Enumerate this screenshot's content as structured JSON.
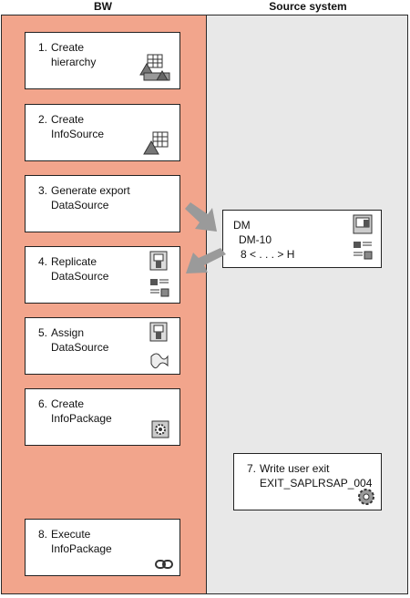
{
  "headers": {
    "bw": "BW",
    "source": "Source system"
  },
  "steps": [
    {
      "num": "1.",
      "line1": "Create",
      "line2": "hierarchy",
      "icon": "hierarchy-icon"
    },
    {
      "num": "2.",
      "line1": "Create",
      "line2": "InfoSource",
      "icon": "infosource-icon"
    },
    {
      "num": "3.",
      "line1": "Generate export",
      "line2": "DataSource",
      "icon": ""
    },
    {
      "num": "4.",
      "line1": "Replicate",
      "line2": "DataSource",
      "icon": "datasource-icon"
    },
    {
      "num": "5.",
      "line1": "Assign",
      "line2": "DataSource",
      "icon": "datasource-icon"
    },
    {
      "num": "6.",
      "line1": "Create",
      "line2": "InfoPackage",
      "icon": "infopackage-icon"
    },
    {
      "num": "8.",
      "line1": "Execute",
      "line2": "InfoPackage",
      "icon": "link-icon"
    }
  ],
  "dm_box": {
    "line1": "DM",
    "line2": "DM-10",
    "line3": "8 < . . . > H"
  },
  "user_exit": {
    "num": "7.",
    "line1": "Write user exit",
    "line2": "EXIT_SAPLRSAP_004"
  },
  "colors": {
    "bw_column": "#f2a58c",
    "source_column": "#e8e8e8",
    "arrow": "#9a9a9a"
  }
}
